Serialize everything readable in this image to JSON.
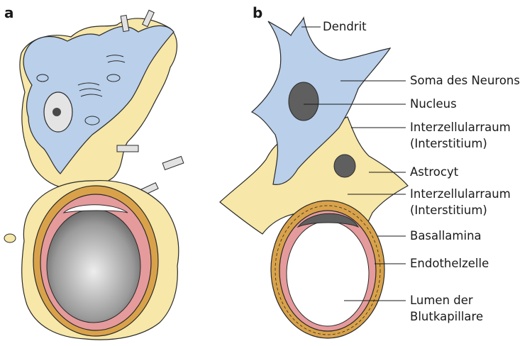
{
  "panels": {
    "a": "a",
    "b": "b"
  },
  "labels": {
    "dendrit": "Dendrit",
    "soma": "Soma des Neurons",
    "nucleus": "Nucleus",
    "interzell1_line1": "Interzellularraum",
    "interzell1_line2": "(Interstitium)",
    "astrocyt": "Astrocyt",
    "interzell2_line1": "Interzellularraum",
    "interzell2_line2": "(Interstitium)",
    "basallamina": "Basallamina",
    "endothelzelle": "Endothelzelle",
    "lumen_line1": "Lumen der",
    "lumen_line2": "Blutkapillare"
  },
  "colors": {
    "neuron": "#b9cfea",
    "astrocyte": "#f7e7a8",
    "astrocyte_dark": "#e9cf5e",
    "endothelium": "#e59a9c",
    "basal_lamina": "#d9a24a",
    "nucleus": "#5f5f5f",
    "outline": "#2a2a2a",
    "lumen_fill": "#ffffff"
  }
}
